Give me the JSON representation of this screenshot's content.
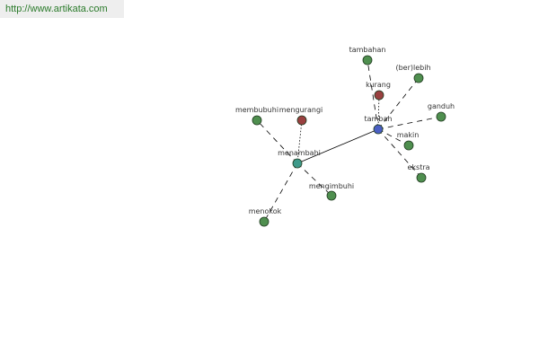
{
  "source": {
    "url_text": "http://www.artikata.com"
  },
  "colors": {
    "banner_text": "#2a7a2a",
    "banner_bg": "#eeeeee",
    "edge": "#000000",
    "node_stroke": "#1f3a1f",
    "root": "#4a5fc4",
    "hub": "#3f9a8a",
    "antonym": "#9a4040",
    "synonym": "#4f8f4f"
  },
  "graph": {
    "nodes": [
      {
        "id": "tambah",
        "label": "tambah",
        "kind": "root"
      },
      {
        "id": "menambah",
        "label": "menambahi",
        "kind": "hub"
      },
      {
        "id": "tambahan",
        "label": "tambahan",
        "kind": "synonym"
      },
      {
        "id": "kurang",
        "label": "kurang",
        "kind": "antonym"
      },
      {
        "id": "berlebih",
        "label": "(ber)lebih",
        "kind": "synonym"
      },
      {
        "id": "ganduh",
        "label": "ganduh",
        "kind": "synonym"
      },
      {
        "id": "makin",
        "label": "makin",
        "kind": "synonym"
      },
      {
        "id": "ekstra",
        "label": "ekstra",
        "kind": "synonym"
      },
      {
        "id": "membubuhi",
        "label": "membubuhi",
        "kind": "synonym"
      },
      {
        "id": "mengurangi",
        "label": "mengurangi",
        "kind": "antonym"
      },
      {
        "id": "mengimbuhi",
        "label": "mengimbuhi",
        "kind": "synonym"
      },
      {
        "id": "menokok",
        "label": "menokok",
        "kind": "synonym"
      }
    ],
    "edges": [
      {
        "from": "tambah",
        "to": "menambah",
        "style": "solid"
      },
      {
        "from": "tambah",
        "to": "tambahan",
        "style": "dashed"
      },
      {
        "from": "tambah",
        "to": "kurang",
        "style": "dotted"
      },
      {
        "from": "tambah",
        "to": "berlebih",
        "style": "dashed"
      },
      {
        "from": "tambah",
        "to": "ganduh",
        "style": "dashed"
      },
      {
        "from": "tambah",
        "to": "makin",
        "style": "dashed"
      },
      {
        "from": "tambah",
        "to": "ekstra",
        "style": "dashed"
      },
      {
        "from": "menambah",
        "to": "membubuhi",
        "style": "dashed"
      },
      {
        "from": "menambah",
        "to": "mengurangi",
        "style": "dotted"
      },
      {
        "from": "menambah",
        "to": "mengimbuhi",
        "style": "dashed"
      },
      {
        "from": "menambah",
        "to": "menokok",
        "style": "dashed"
      }
    ]
  }
}
